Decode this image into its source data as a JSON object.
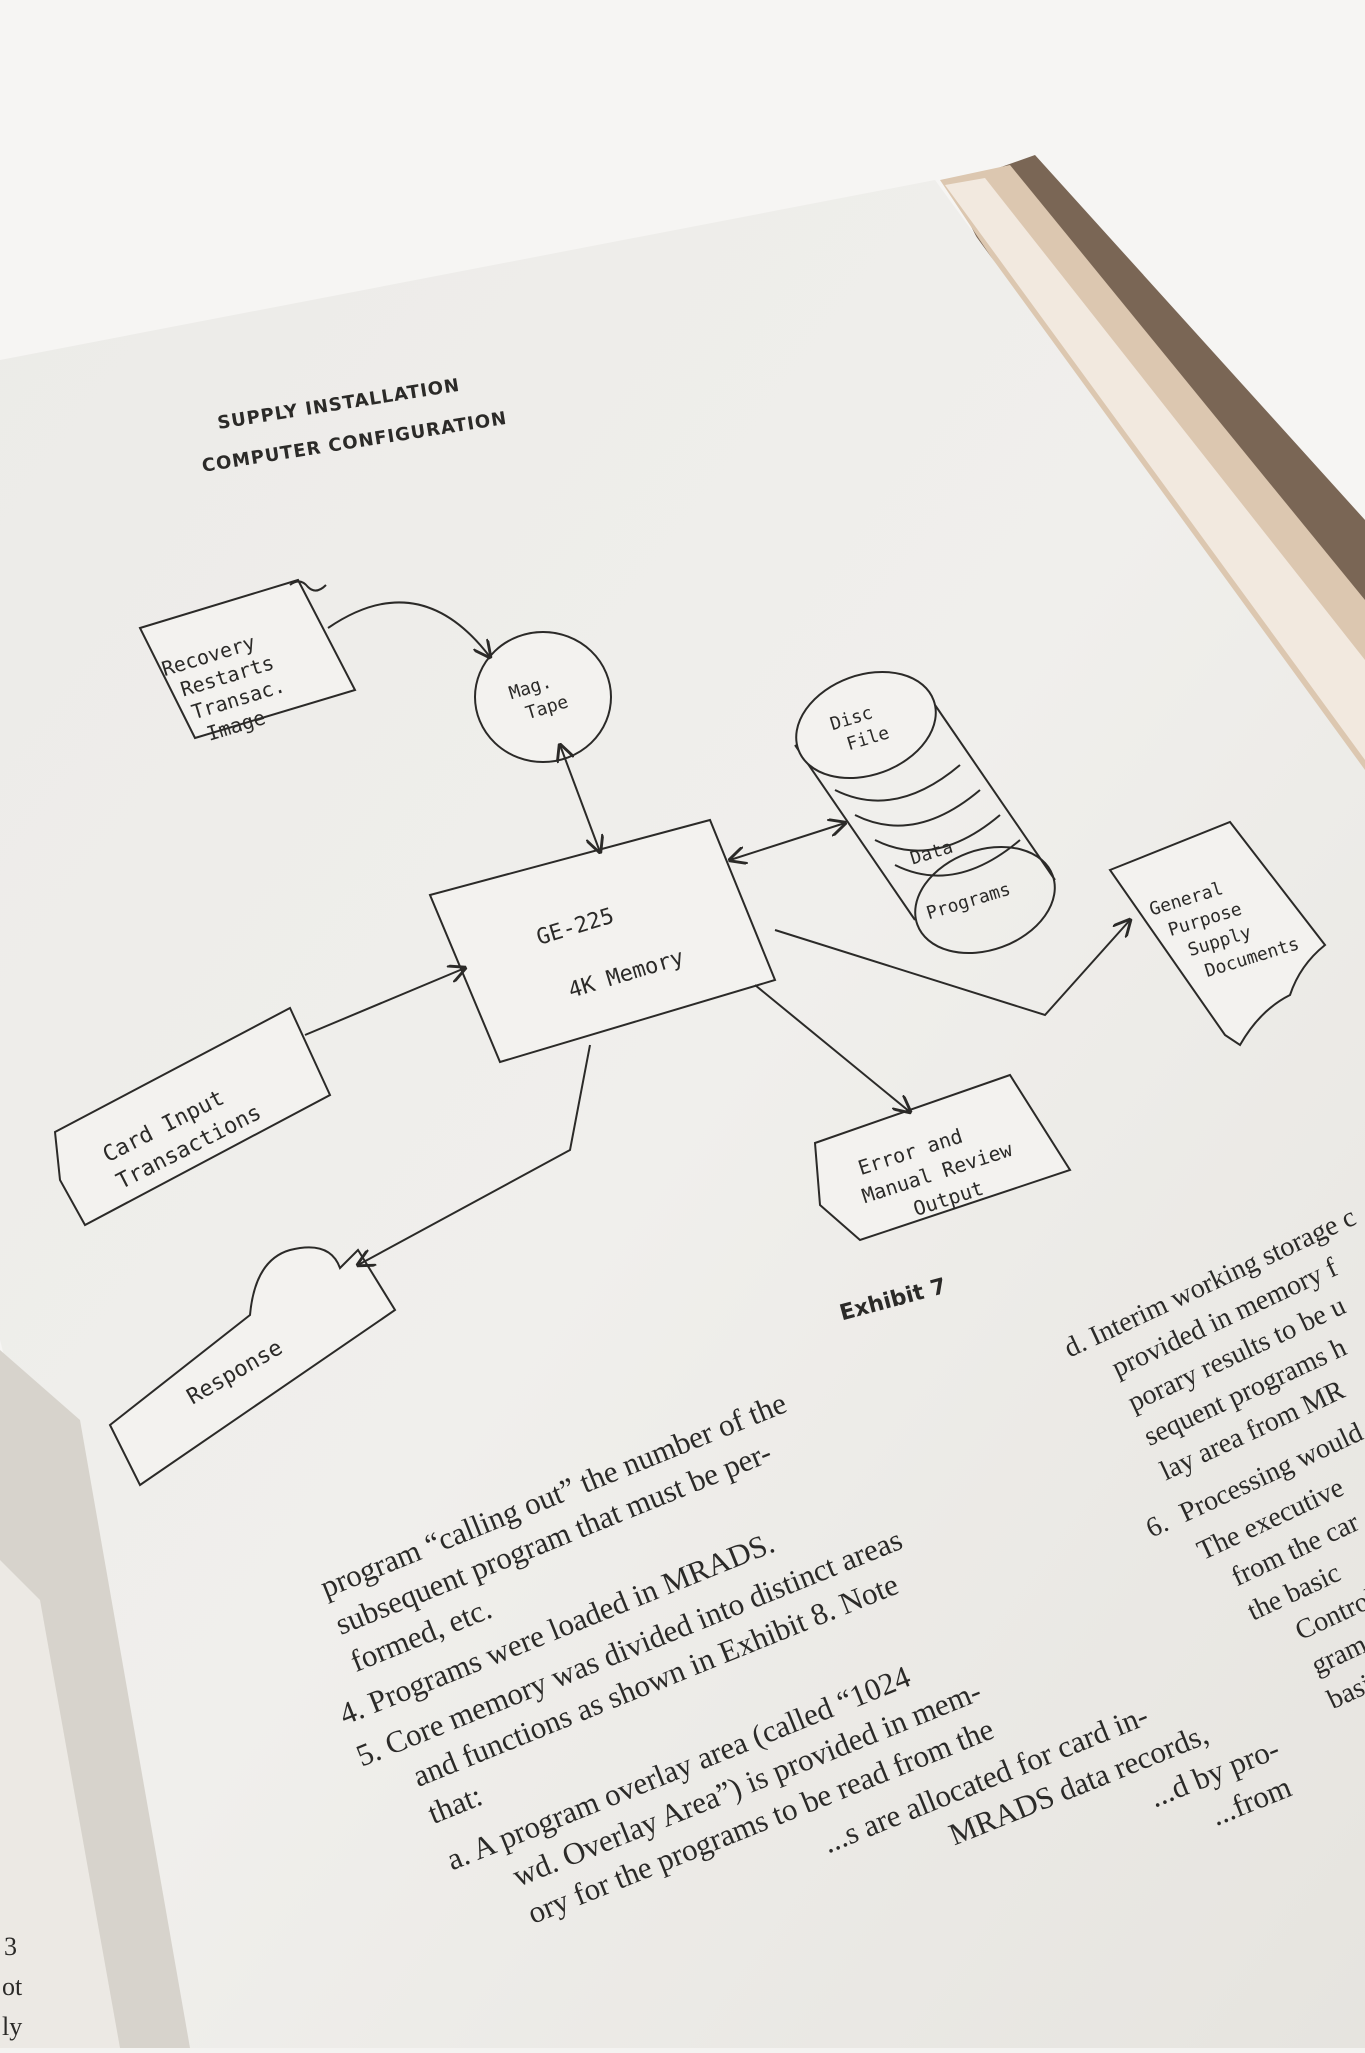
{
  "page": {
    "heading": {
      "line1": "SUPPLY INSTALLATION",
      "line2": "COMPUTER CONFIGURATION"
    },
    "diagram": {
      "recovery": [
        "Recovery",
        "Restarts",
        "Transac.",
        "Image"
      ],
      "mag_tape": [
        "Mag.",
        "Tape"
      ],
      "disc_top": [
        "Disc",
        "File"
      ],
      "disc_data": "Data",
      "disc_programs": "Programs",
      "general": [
        "General",
        "Purpose",
        "Supply",
        "Documents"
      ],
      "computer": [
        "GE-225",
        "4K Memory"
      ],
      "card_input": [
        "Card Input",
        "Transactions"
      ],
      "error": [
        "Error and",
        "Manual Review",
        "Output"
      ],
      "response": "Response"
    },
    "caption": "Exhibit 7",
    "left_text": [
      "program “calling out” the number of the",
      "subsequent  program  that  must  be  per-",
      "formed, etc.",
      "4.  Programs were loaded in MRADS.",
      "5.  Core memory was divided into distinct areas",
      "and functions as shown in Exhibit 8. Note",
      "that:",
      "a.  A program overlay area (called “1024",
      "wd. Overlay Area”) is provided in mem-",
      "ory for the programs to be read from the"
    ],
    "left_text_bottom": [
      "...s are allocated for card in-",
      "MRADS data records,",
      "...d by pro-",
      "...from"
    ],
    "right_text": [
      "d.  Interim working storage c",
      "provided in memory f",
      "porary results to be u",
      "sequent programs h",
      "lay area from MR",
      "Processing would",
      "6.",
      "The executive",
      "from the car",
      "the  basic",
      "Control",
      "gram",
      "basi"
    ]
  }
}
